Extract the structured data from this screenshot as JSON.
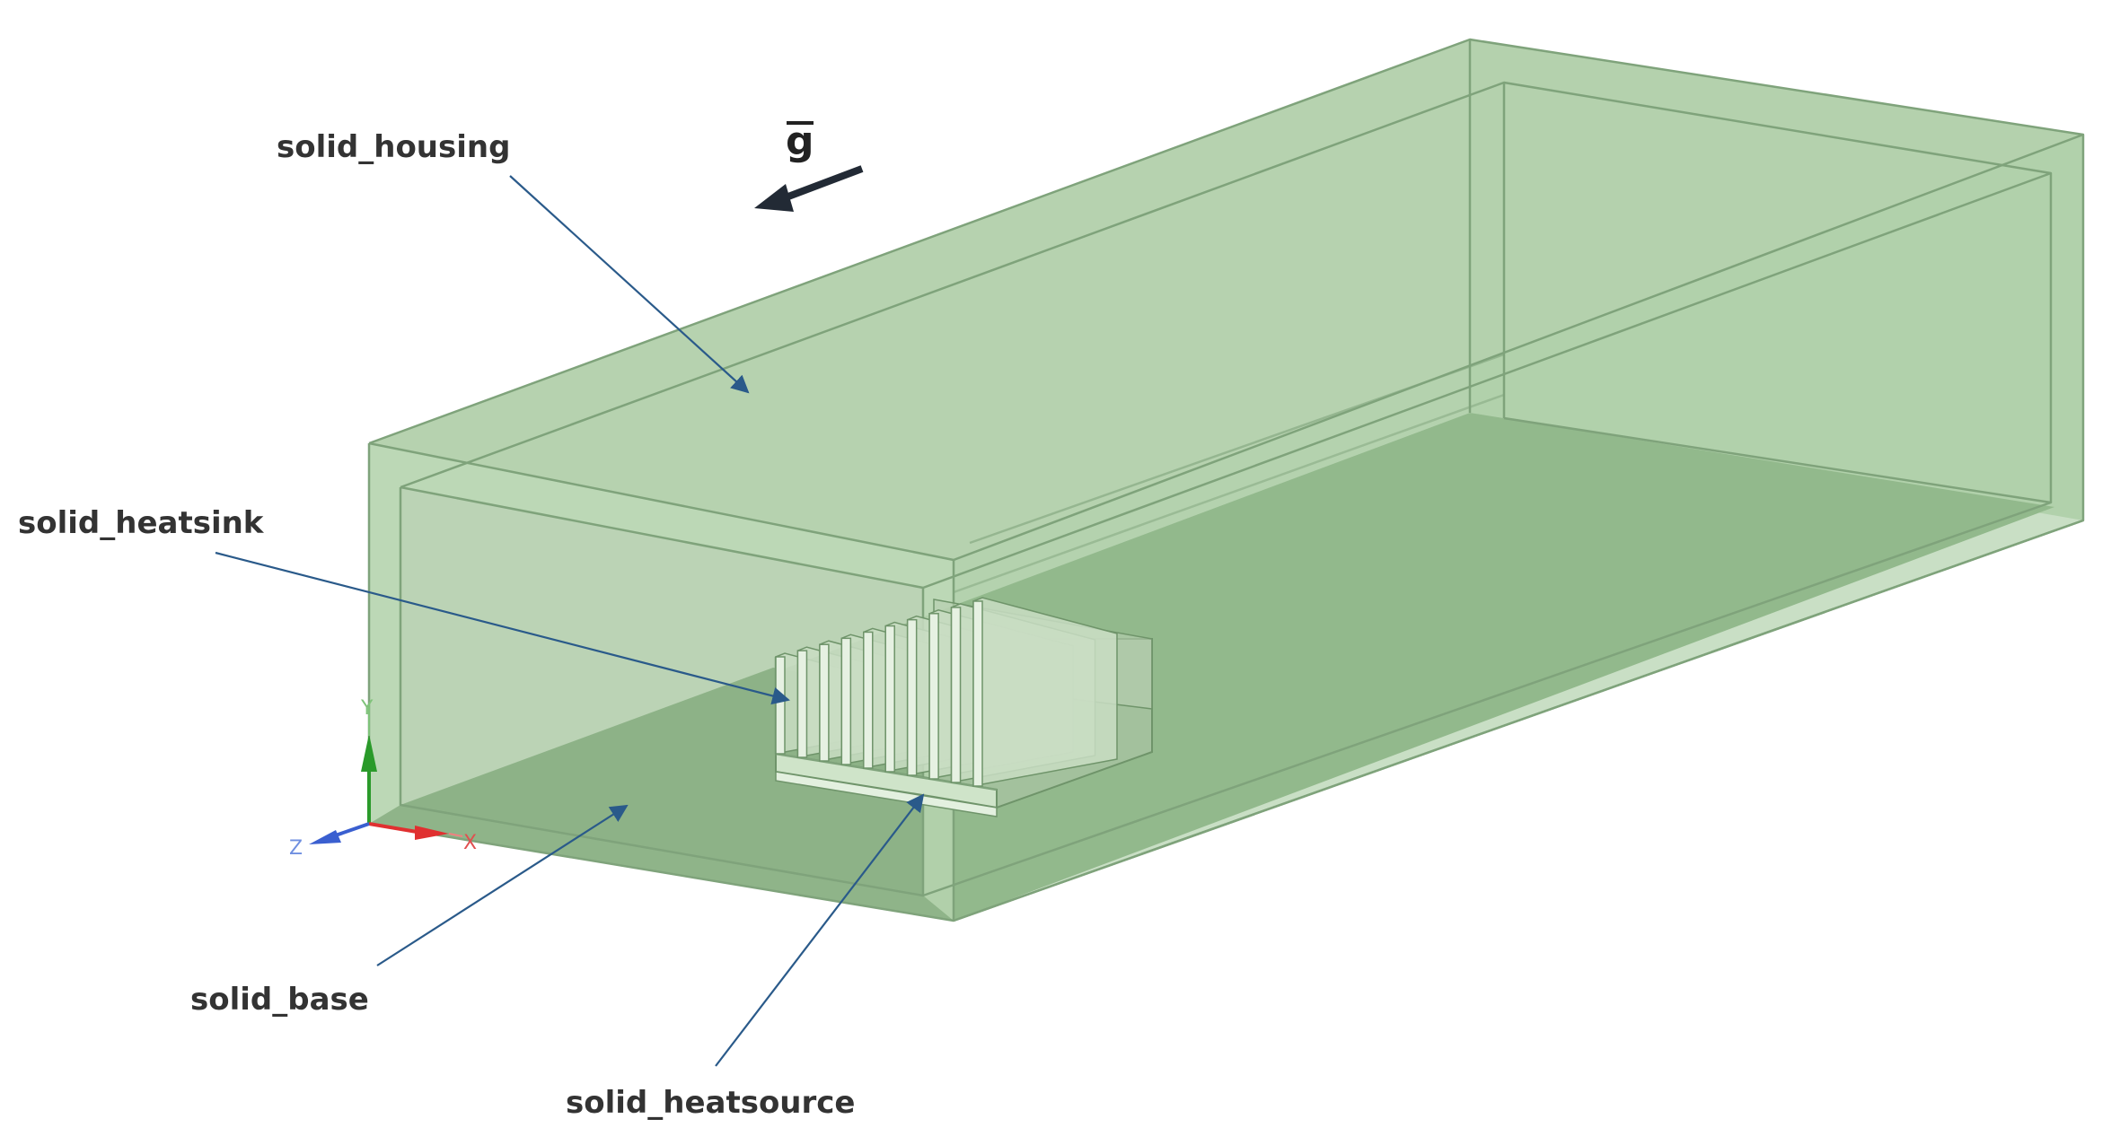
{
  "labels": {
    "housing": "solid_housing",
    "heatsink": "solid_heatsink",
    "base": "solid_base",
    "heatsource": "solid_heatsource"
  },
  "gravity": {
    "symbol": "g",
    "icon": "gravity-arrow-icon"
  },
  "triad": {
    "x": "X",
    "y": "Y",
    "z": "Z",
    "colors": {
      "x": "#e03030",
      "y": "#2a9a2a",
      "z": "#3a5fd0"
    }
  },
  "colors": {
    "housing_fill": "#9dc496",
    "edge": "#7fa37b",
    "leader": "#2a5a8a",
    "label_text": "#333333"
  }
}
